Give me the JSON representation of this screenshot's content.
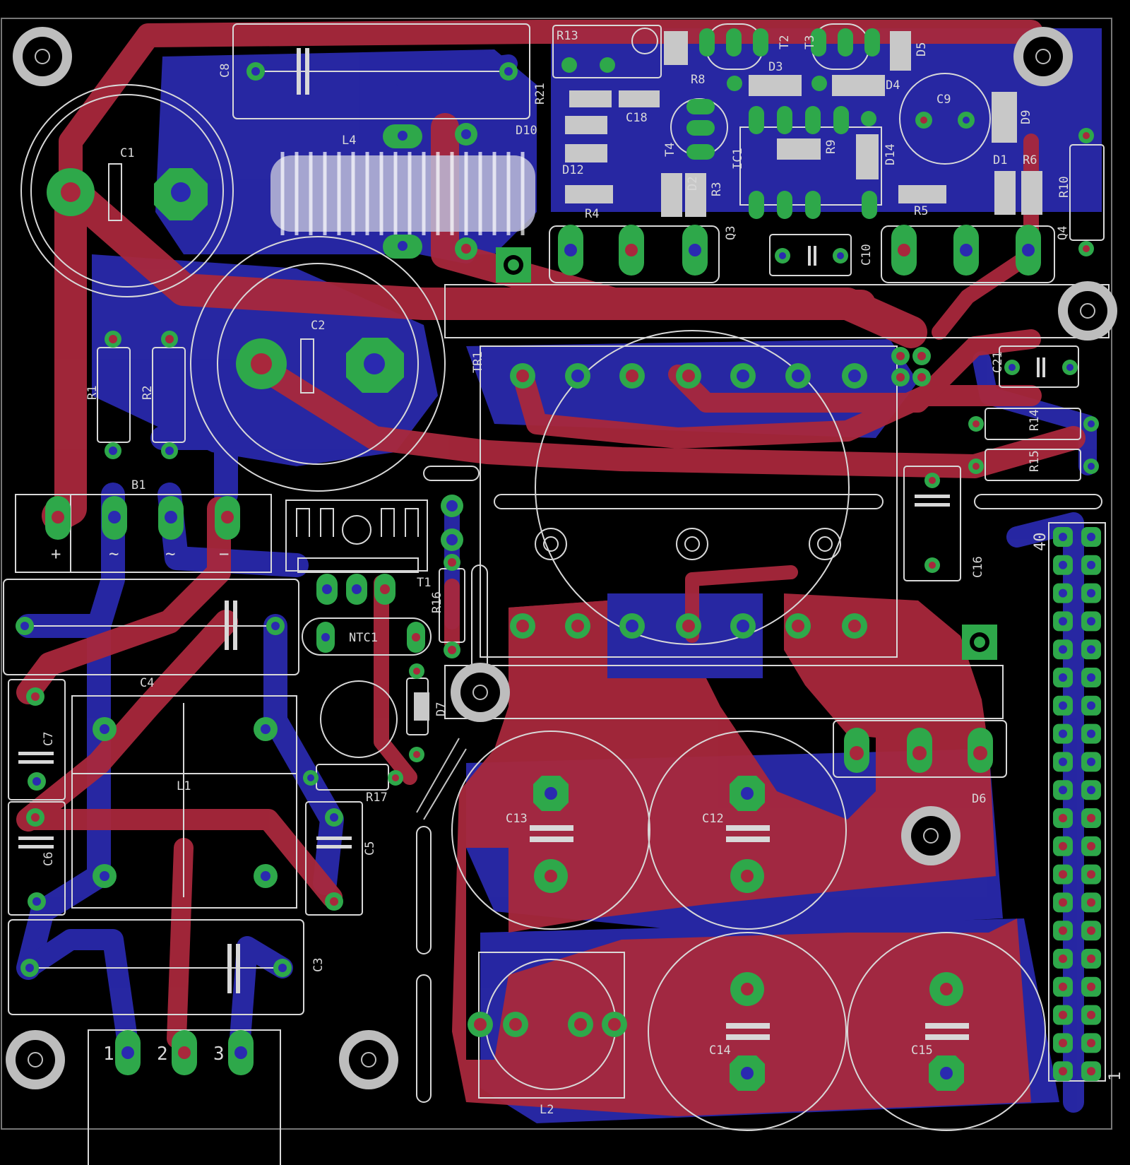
{
  "colors": {
    "background": "#000000",
    "top_copper": "#a8283c",
    "bottom_copper": "#2a2ab0",
    "pad": "#2ea84a",
    "silkscreen": "#d8d8d8",
    "hole": "#bdbdbd"
  },
  "labels": {
    "C1": "C1",
    "C2": "C2",
    "C3": "C3",
    "C4": "C4",
    "C5": "C5",
    "C6": "C6",
    "C7": "C7",
    "C8": "C8",
    "C9": "C9",
    "C10": "C10",
    "C12": "C12",
    "C13": "C13",
    "C14": "C14",
    "C15": "C15",
    "C16": "C16",
    "C18": "C18",
    "C21": "C21",
    "R1": "R1",
    "R2": "R2",
    "R3": "R3",
    "R4": "R4",
    "R5": "R5",
    "R6": "R6",
    "R8": "R8",
    "R9": "R9",
    "R10": "R10",
    "R13": "R13",
    "R14": "R14",
    "R15": "R15",
    "R16": "R16",
    "R17": "R17",
    "R21": "R21",
    "D1": "D1",
    "D2": "D2",
    "D3": "D3",
    "D4": "D4",
    "D5": "D5",
    "D6": "D6",
    "D7": "D7",
    "D9": "D9",
    "D10": "D10",
    "D12": "D12",
    "D14": "D14",
    "B1": "B1",
    "L1": "L1",
    "L2": "L2",
    "L4": "L4",
    "TR1": "TR1",
    "T1": "T1",
    "T2": "T2",
    "T3": "T3",
    "T4": "T4",
    "Q3": "Q3",
    "Q4": "Q4",
    "IC1": "IC1",
    "NTC1": "NTC1",
    "conn_1": "1",
    "conn_2": "2",
    "conn_3": "3",
    "header_40": "40",
    "header_1": "1",
    "plus": "+",
    "minus": "−",
    "tilde": "~"
  }
}
